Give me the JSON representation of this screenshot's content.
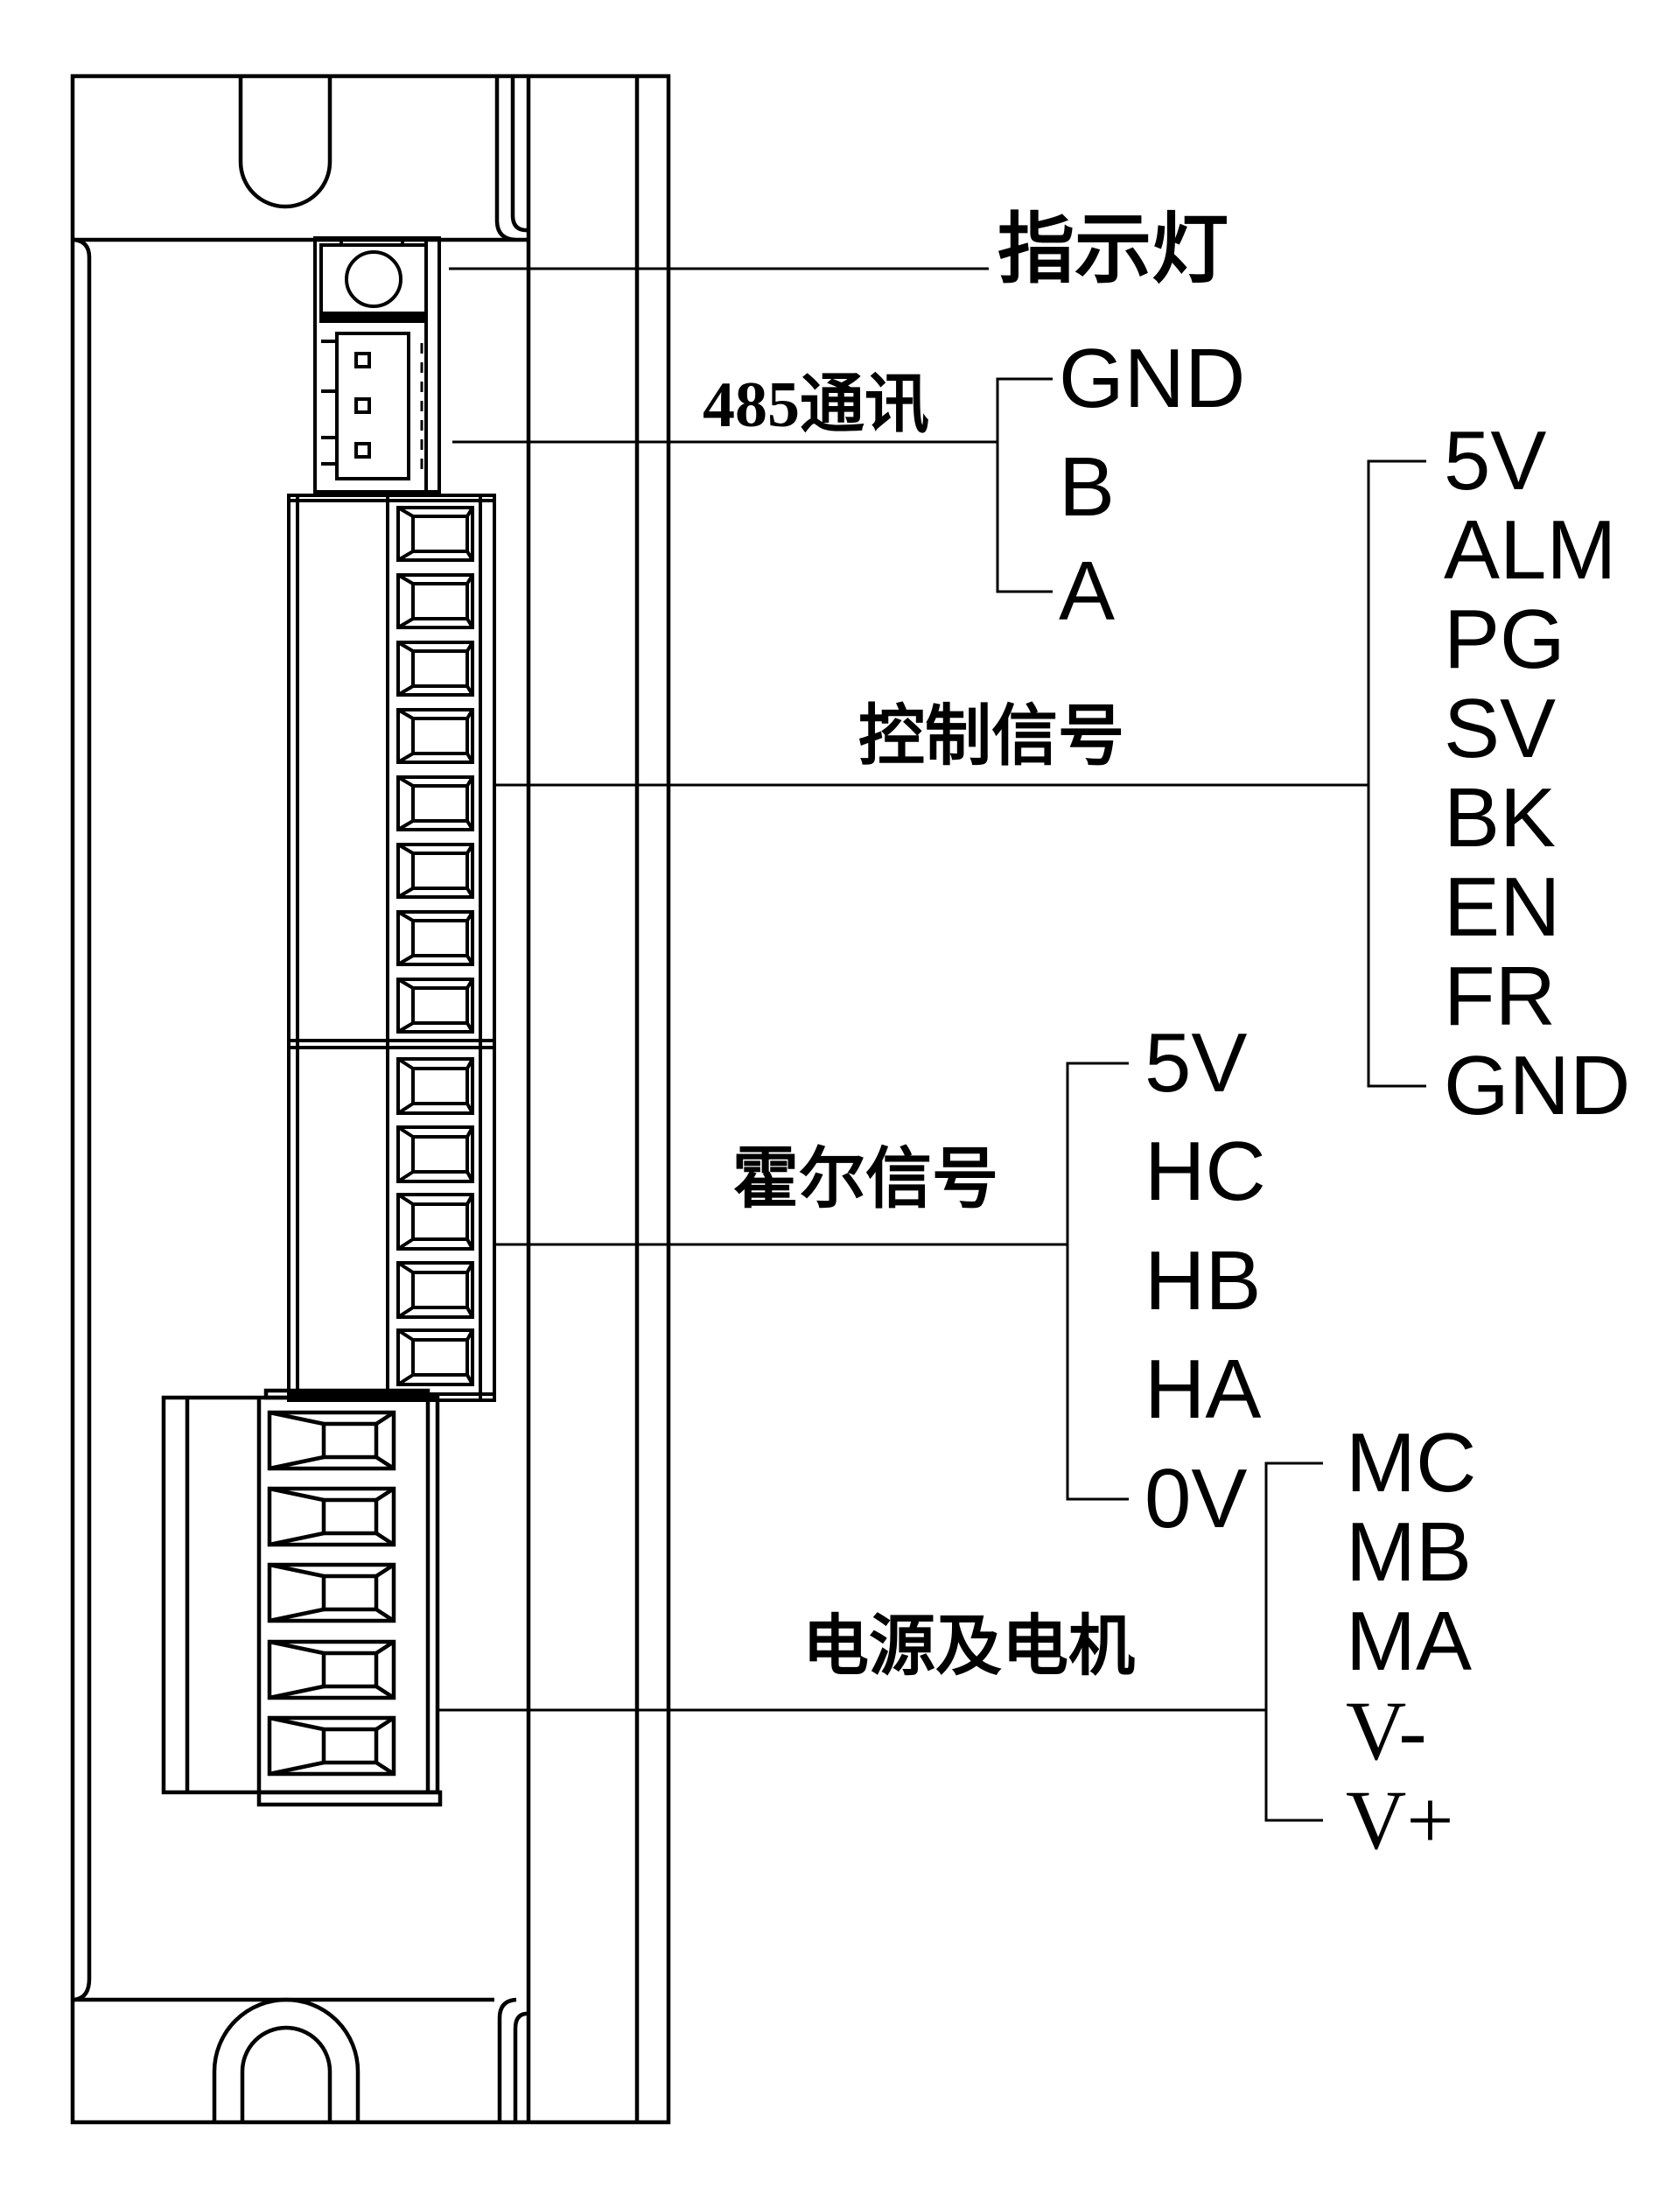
{
  "labels": {
    "indicator": "指示灯",
    "comm485": "485通讯",
    "control": "控制信号",
    "hall": "霍尔信号",
    "power": "电源及电机"
  },
  "pins": {
    "comm485": [
      "GND",
      "B",
      "A"
    ],
    "control": [
      "5V",
      "ALM",
      "PG",
      "SV",
      "BK",
      "EN",
      "FR",
      "GND"
    ],
    "hall": [
      "5V",
      "HC",
      "HB",
      "HA",
      "0V"
    ],
    "power": [
      "MC",
      "MB",
      "MA",
      "V-",
      "V+"
    ]
  },
  "colors": {
    "line": "#000000",
    "background": "#ffffff",
    "text": "#000000"
  }
}
